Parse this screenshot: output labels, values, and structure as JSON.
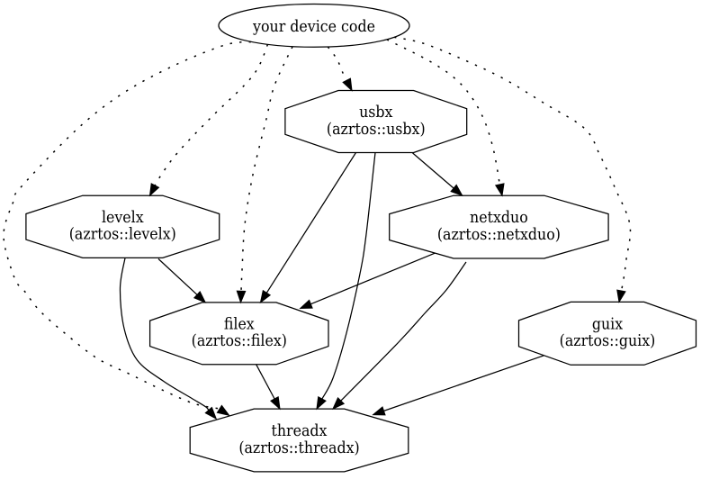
{
  "diagram": {
    "type": "dependency-graph",
    "background": "#ffffff",
    "stroke_color": "#000000",
    "nodes": {
      "device": {
        "label": "your device code",
        "shape": "ellipse"
      },
      "usbx": {
        "title": "usbx",
        "subtitle": "(azrtos::usbx)",
        "shape": "octagon"
      },
      "levelx": {
        "title": "levelx",
        "subtitle": "(azrtos::levelx)",
        "shape": "octagon"
      },
      "netxduo": {
        "title": "netxduo",
        "subtitle": "(azrtos::netxduo)",
        "shape": "octagon"
      },
      "filex": {
        "title": "filex",
        "subtitle": "(azrtos::filex)",
        "shape": "octagon"
      },
      "guix": {
        "title": "guix",
        "subtitle": "(azrtos::guix)",
        "shape": "octagon"
      },
      "threadx": {
        "title": "threadx",
        "subtitle": "(azrtos::threadx)",
        "shape": "octagon"
      }
    },
    "edges": [
      {
        "from": "your device code",
        "to": "usbx",
        "style": "dotted"
      },
      {
        "from": "your device code",
        "to": "levelx",
        "style": "dotted"
      },
      {
        "from": "your device code",
        "to": "filex",
        "style": "dotted"
      },
      {
        "from": "your device code",
        "to": "netxduo",
        "style": "dotted"
      },
      {
        "from": "your device code",
        "to": "guix",
        "style": "dotted"
      },
      {
        "from": "your device code",
        "to": "threadx",
        "style": "dotted"
      },
      {
        "from": "usbx",
        "to": "netxduo",
        "style": "solid"
      },
      {
        "from": "usbx",
        "to": "filex",
        "style": "solid"
      },
      {
        "from": "usbx",
        "to": "threadx",
        "style": "solid"
      },
      {
        "from": "levelx",
        "to": "filex",
        "style": "solid"
      },
      {
        "from": "levelx",
        "to": "threadx",
        "style": "solid"
      },
      {
        "from": "netxduo",
        "to": "filex",
        "style": "solid"
      },
      {
        "from": "netxduo",
        "to": "threadx",
        "style": "solid"
      },
      {
        "from": "filex",
        "to": "threadx",
        "style": "solid"
      },
      {
        "from": "guix",
        "to": "threadx",
        "style": "solid"
      }
    ]
  }
}
